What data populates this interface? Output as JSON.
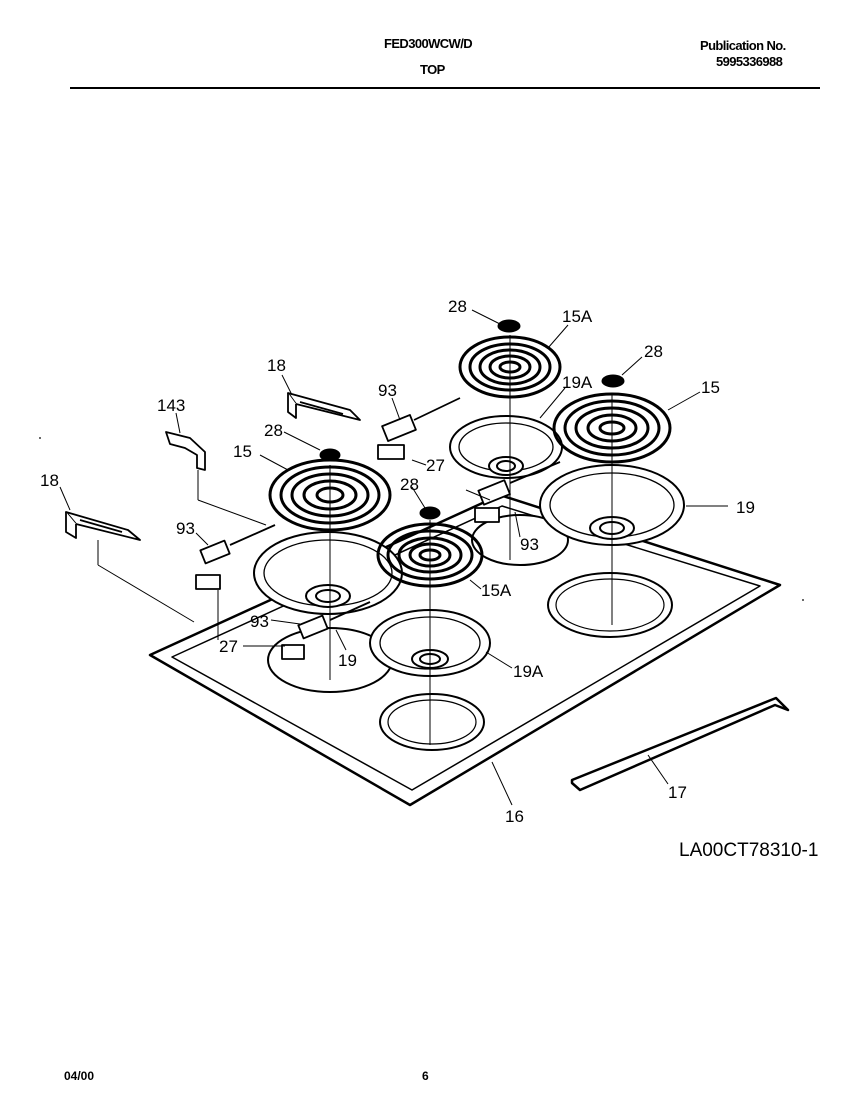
{
  "header": {
    "model": "FED300WCW/D",
    "section": "TOP",
    "publication_label": "Publication No.",
    "publication_number": "5995336988"
  },
  "diagram": {
    "drawing_id": "LA00CT78310-1",
    "callouts": [
      "28",
      "15A",
      "28",
      "19A",
      "15",
      "18",
      "93",
      "143",
      "28",
      "15",
      "27",
      "28",
      "19",
      "18",
      "93",
      "93",
      "15A",
      "93",
      "27",
      "19",
      "19A",
      "17",
      "16"
    ]
  },
  "footer": {
    "date": "04/00",
    "page": "6"
  }
}
